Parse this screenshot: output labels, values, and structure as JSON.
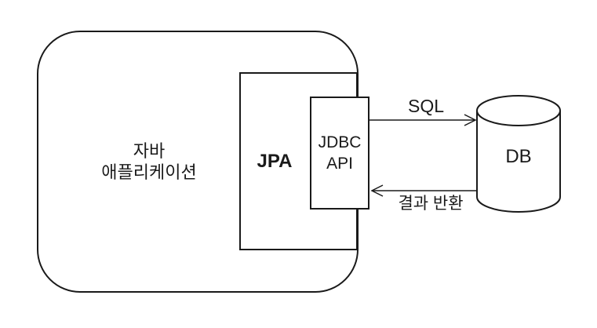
{
  "colors": {
    "stroke": "#1a1a1a",
    "background": "#ffffff"
  },
  "nodes": {
    "java_application": {
      "label_line1": "자바",
      "label_line2": "애플리케이션"
    },
    "jpa": {
      "label": "JPA"
    },
    "jdbc_api": {
      "label_line1": "JDBC",
      "label_line2": "API"
    },
    "db": {
      "label": "DB"
    }
  },
  "arrows": {
    "sql": {
      "label": "SQL",
      "direction": "right"
    },
    "result": {
      "label": "결과 반환",
      "direction": "left"
    }
  }
}
